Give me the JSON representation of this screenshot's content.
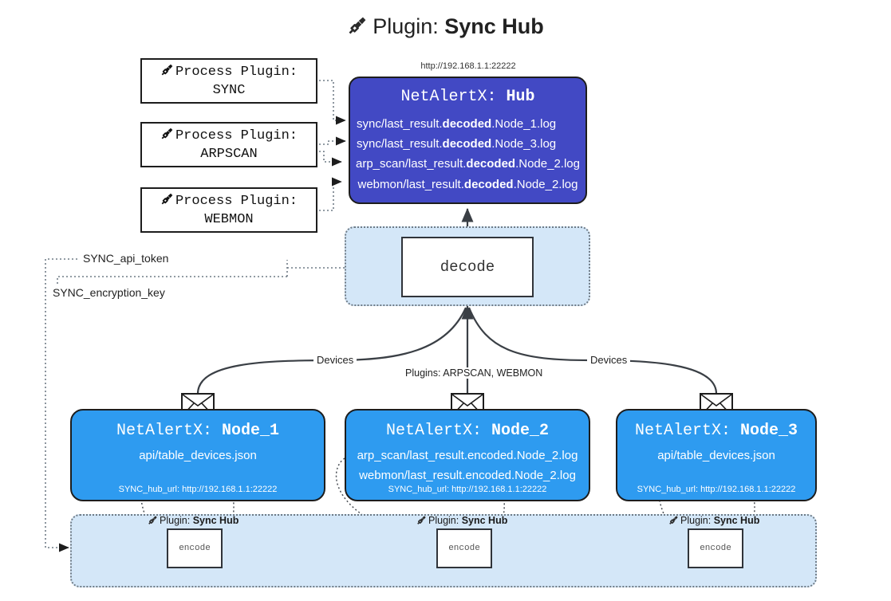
{
  "title": {
    "icon": "plug-icon",
    "prefix": "Plugin: ",
    "name": "Sync Hub"
  },
  "hub": {
    "url": "http://192.168.1.1:22222",
    "title_prefix": "NetAlertX: ",
    "title_name": "Hub",
    "logs": [
      {
        "pre": "sync/last_result.",
        "mid": "decoded",
        "post": ".Node_1.log"
      },
      {
        "pre": "sync/last_result.",
        "mid": "decoded",
        "post": ".Node_3.log"
      },
      {
        "pre": "arp_scan/last_result.",
        "mid": "decoded",
        "post": ".Node_2.log"
      },
      {
        "pre": "webmon/last_result.",
        "mid": "decoded",
        "post": ".Node_2.log"
      }
    ]
  },
  "process_plugins": [
    {
      "line1": "Process Plugin:",
      "line2": "SYNC",
      "icon": "plug-icon"
    },
    {
      "line1": "Process Plugin:",
      "line2": "ARPSCAN",
      "icon": "plug-icon"
    },
    {
      "line1": "Process Plugin:",
      "line2": "WEBMON",
      "icon": "plug-icon"
    }
  ],
  "decode": {
    "label": "decode"
  },
  "tokens": [
    {
      "label": "SYNC_api_token"
    },
    {
      "label": "SYNC_encryption_key"
    }
  ],
  "edge_labels": {
    "devices_left": "Devices",
    "devices_right": "Devices",
    "plugins_middle": "Plugins: ARPSCAN, WEBMON"
  },
  "nodes": [
    {
      "title_prefix": "NetAlertX: ",
      "title_name": "Node_1",
      "lines": [
        {
          "pre": "api/table_devices.json",
          "mid": "",
          "post": ""
        }
      ],
      "url": "SYNC_hub_url: http://192.168.1.1:22222",
      "envelope_icon": "envelope-icon"
    },
    {
      "title_prefix": "NetAlertX: ",
      "title_name": "Node_2",
      "lines": [
        {
          "pre": "arp_scan/last_result.encoded.Node_2.log",
          "mid": "",
          "post": ""
        },
        {
          "pre": "webmon/last_result.encoded.Node_2.log",
          "mid": "",
          "post": ""
        }
      ],
      "url": "SYNC_hub_url: http://192.168.1.1:22222",
      "envelope_icon": "envelope-icon"
    },
    {
      "title_prefix": "NetAlertX: ",
      "title_name": "Node_3",
      "lines": [
        {
          "pre": "api/table_devices.json",
          "mid": "",
          "post": ""
        }
      ],
      "url": "SYNC_hub_url: http://192.168.1.1:22222",
      "envelope_icon": "envelope-icon"
    }
  ],
  "encoders": [
    {
      "plugin_prefix": "Plugin: ",
      "plugin_name": "Sync Hub",
      "label": "encode"
    },
    {
      "plugin_prefix": "Plugin: ",
      "plugin_name": "Sync Hub",
      "label": "encode"
    },
    {
      "plugin_prefix": "Plugin: ",
      "plugin_name": "Sync Hub",
      "label": "encode"
    }
  ],
  "colors": {
    "hub_bg": "#4249c4",
    "node_bg": "#2e9bf0",
    "container_bg": "#d4e7f8",
    "stroke": "#1d1d1d",
    "dotted": "#6f7b86"
  }
}
